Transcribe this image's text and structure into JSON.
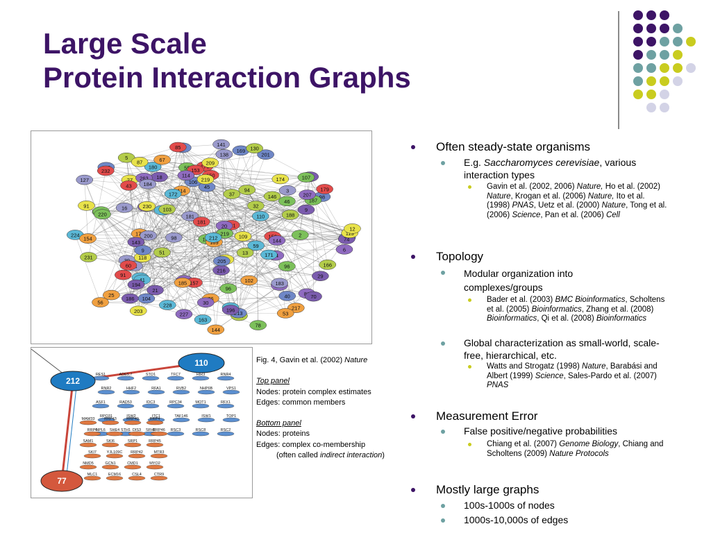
{
  "slide": {
    "title_lines": [
      "Large Scale",
      "Protein Interaction Graphs"
    ],
    "colors": {
      "title": "#3d1466",
      "dot_purple": "#3d1466",
      "dot_teal": "#6ea1a2",
      "dot_olive": "#c9cc1f",
      "dot_lavender": "#d3d3e6",
      "separator": "#8a8a8a"
    },
    "dot_grid_colors": [
      [
        "purple",
        "purple",
        "purple",
        "",
        "",
        ""
      ],
      [
        "purple",
        "purple",
        "purple",
        "teal",
        "",
        ""
      ],
      [
        "purple",
        "purple",
        "teal",
        "teal",
        "olive",
        ""
      ],
      [
        "purple",
        "teal",
        "teal",
        "olive",
        "",
        ""
      ],
      [
        "teal",
        "teal",
        "olive",
        "olive",
        "lavender",
        ""
      ],
      [
        "teal",
        "olive",
        "olive",
        "lavender",
        "",
        ""
      ],
      [
        "olive",
        "olive",
        "lavender",
        "",
        ""
      ],
      [
        "lavender",
        "lavender",
        "",
        ""
      ]
    ]
  },
  "figure": {
    "top_panel_node_labels": [
      "225",
      "89",
      "55",
      "203",
      "176",
      "180",
      "37",
      "25",
      "181",
      "18",
      "98",
      "192",
      "187",
      "27",
      "179",
      "71",
      "94",
      "102",
      "39",
      "9",
      "64",
      "24",
      "120",
      "118",
      "131",
      "41",
      "5",
      "177",
      "34",
      "194",
      "104",
      "48",
      "46",
      "174",
      "43",
      "224",
      "188",
      "114",
      "16",
      "21",
      "169",
      "81",
      "96",
      "69",
      "159",
      "19",
      "231",
      "217",
      "47",
      "21",
      "45",
      "144",
      "147",
      "230",
      "153",
      "172",
      "32",
      "56",
      "183",
      "74",
      "145",
      "6",
      "78",
      "91",
      "157",
      "155",
      "166",
      "67",
      "98",
      "70",
      "40",
      "20",
      "107",
      "113",
      "150",
      "163",
      "146",
      "76",
      "3",
      "186",
      "106",
      "114",
      "96",
      "12",
      "232",
      "110",
      "103",
      "154",
      "141",
      "143",
      "9",
      "263",
      "137",
      "219",
      "181",
      "228",
      "214",
      "185",
      "184",
      "29",
      "201",
      "207",
      "219",
      "209",
      "85",
      "59",
      "13",
      "189",
      "127",
      "216",
      "213",
      "30",
      "2",
      "87",
      "91",
      "171",
      "130",
      "53",
      "200",
      "196",
      "205",
      "227",
      "220",
      "109",
      "60",
      "212",
      "51",
      "144",
      "138"
    ],
    "bottom_panel": {
      "hub_labels": [
        "212",
        "110",
        "77"
      ],
      "protein_labels": [
        "RES1",
        "ADE5,7",
        "STO1",
        "TFC7",
        "HIR3",
        "RNR4",
        "RNR2",
        "HHF2",
        "RFA1",
        "RVB2",
        "NHP6B",
        "VPS1",
        "ASF1",
        "RAD53",
        "IDC3",
        "RPC34",
        "MOT1",
        "RFX1",
        "RPO31",
        "ISW2",
        "ITC1",
        "TAF146",
        "ISW1",
        "TOP1",
        "NPL6",
        "STH1",
        "SFH1",
        "RSC3",
        "RSC8",
        "RSC2",
        "MAM33",
        "RRP43",
        "RRP40",
        "RRP4",
        "RRP6",
        "SHE4",
        "DIS3",
        "RRP46",
        "SAM1",
        "SKI6",
        "SRP1",
        "RRP45",
        "SKI7",
        "YJL109C",
        "RRP42",
        "MTR3",
        "NMD5",
        "GCN1",
        "CMD1",
        "MYO2",
        "MLC1",
        "ECM16",
        "CSL4",
        "CTR9"
      ]
    }
  },
  "caption": {
    "fig_ref_pre": "Fig. 4, Gavin et al. (2002) ",
    "fig_ref_journal": "Nature",
    "top_panel_heading": "Top panel",
    "top_nodes": "Nodes: protein complex estimates",
    "top_edges": "Edges: common members",
    "bottom_panel_heading": "Bottom panel",
    "bottom_nodes": "Nodes: proteins",
    "bottom_edges": "Edges: complex co-membership",
    "bottom_note_pre": "(often called ",
    "bottom_note_em": "indirect interaction",
    "bottom_note_post": ")"
  },
  "bullets": {
    "b1": "Often steady-state organisms",
    "b1_1_pre": "E.g.  ",
    "b1_1_em": "Saccharomyces cerevisiae",
    "b1_1_post": ", various interaction types",
    "b1_1_1": {
      "p1": "Gavin   et al. (2002, 2006) ",
      "e1": "Nature,",
      "p2": "  Ho  et al. (2002) ",
      "e2": "Nature",
      "p3": ", Krogan et al. (2006) ",
      "e3": "Nature,",
      "p4": " Ito et al. (1998)  ",
      "e4": "PNAS",
      "p5": ", Uetz et al. (2000) ",
      "e5": "Nature",
      "p6": ", Tong et al. (2006) ",
      "e6": "Science",
      "p7": ", Pan et al. (2006) ",
      "e7": "Cell"
    },
    "b2": "Topology",
    "b2_1": "Modular organization into complexes/groups",
    "b2_1_1": {
      "p1": "Bader  et  al. (2003) ",
      "e1": "BMC Bioinformatics",
      "p2": ", Scholtens et al. (2005) ",
      "e2": "Bioinformatics",
      "p3": ", Zhang et al. (2008) ",
      "e3": "Bioinformatics",
      "p4": ", Qi et al. (2008) ",
      "e4": "Bioinformatics"
    },
    "b2_2": "Global characterization as small-world, scale-free, hierarchical, etc.",
    "b2_2_1": {
      "p1": "Watts and Strogatz (1998) ",
      "e1": "Nature",
      "p2": ", Barabási and Albert (1999) ",
      "e2": "Science",
      "p3": ", Sales-Pardo et al. (2007) ",
      "e3": "PNAS"
    },
    "b3": "Measurement Error",
    "b3_1": "False positive/negative probabilities",
    "b3_1_1": {
      "p1": "Chiang  et al. (2007) ",
      "e1": "Genome Biology",
      "p2": ", Chiang and Scholtens (2009) ",
      "e2": "Nature Protocols"
    },
    "b4": "Mostly large graphs",
    "b4_1": "100s-1000s of nodes",
    "b4_2": "1000s-10,000s of edges"
  }
}
